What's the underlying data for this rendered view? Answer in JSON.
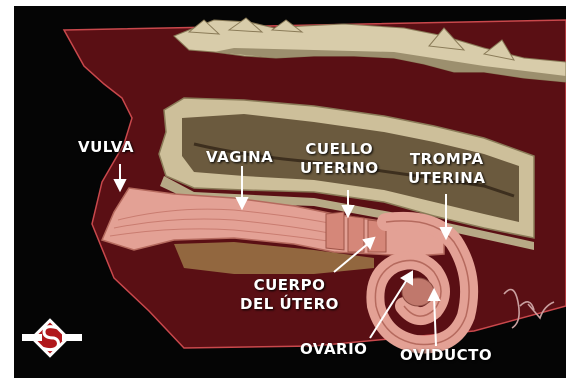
{
  "labels": {
    "vulva": "VULVA",
    "vagina": "VAGINA",
    "cervix": [
      "CUELLO",
      "UTERINO"
    ],
    "uterine_horn": [
      "TROMPA",
      "UTERINA"
    ],
    "uterus_body": [
      "CUERPO",
      "DEL ÚTERO"
    ],
    "ovary": "OVARIO",
    "oviduct": "OVIDUCTO"
  },
  "colors": {
    "background_body": "#5a0f14",
    "outline": "#c9484c",
    "bone": "#d8ccaa",
    "bone_shadow": "#9c8f6e",
    "bone_dark": "#6b5a3e",
    "tract": "#e3a195",
    "tract_dark": "#b56a5e",
    "black": "#050505",
    "label": "#ffffff"
  },
  "icons": {
    "logo": "logo-icon",
    "signature": "signature-icon"
  }
}
